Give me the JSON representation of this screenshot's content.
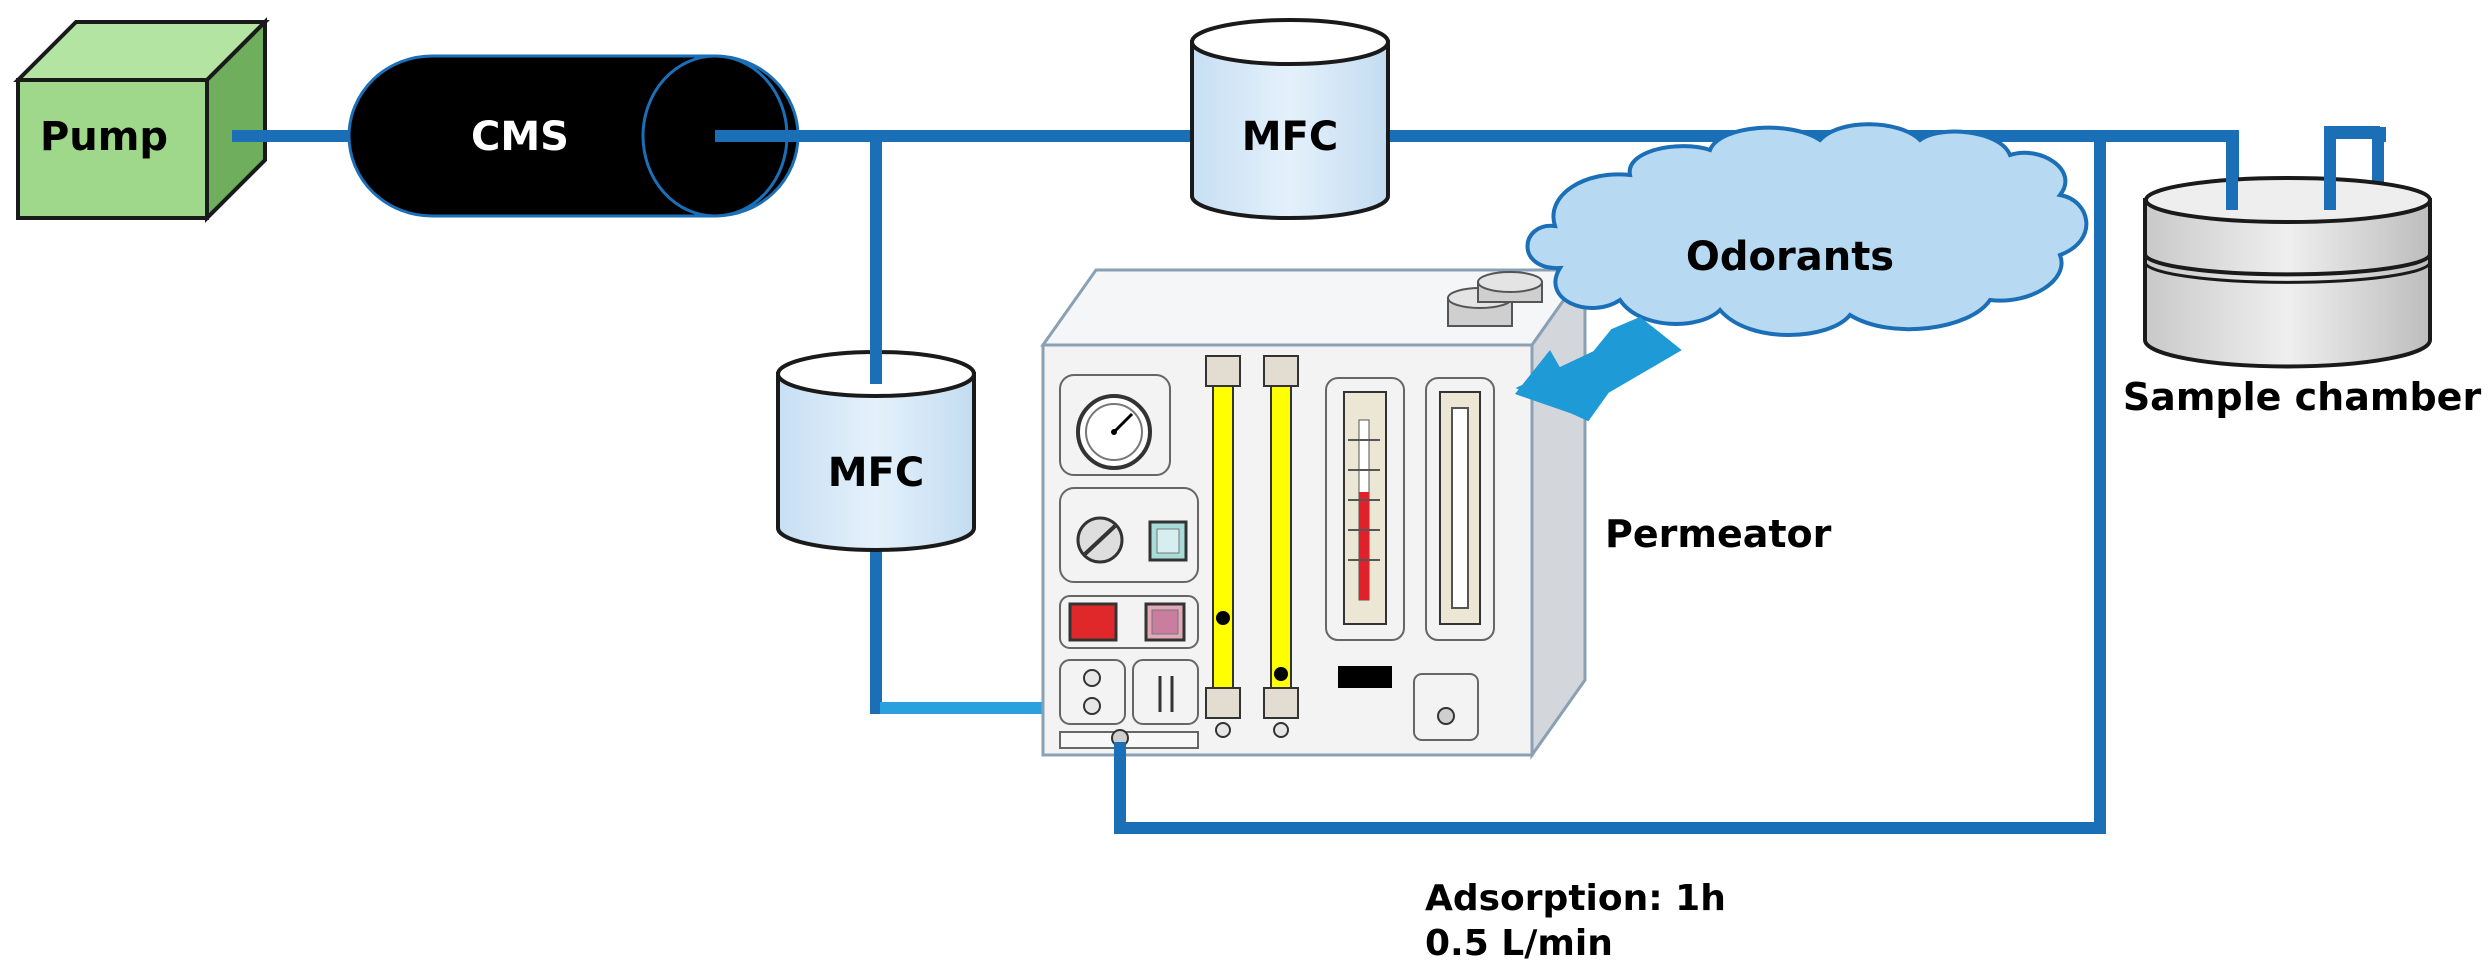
{
  "diagram": {
    "components": {
      "pump": "Pump",
      "cms": "CMS",
      "mfc_top": "MFC",
      "mfc_left": "MFC",
      "odorants": "Odorants",
      "permeator": "Permeator",
      "sample_chamber": "Sample chamber"
    },
    "condition": {
      "line1": "Adsorption: 1h",
      "line2": "0.5 L/min"
    },
    "colors": {
      "pipe": "#1a6fb7",
      "pipe_light": "#2aa0dc",
      "pump": "#9fd88a",
      "cms": "#000000",
      "mfc": "#d6e9f8",
      "cloud": "#b7d9f2",
      "chamber": "#e6e6e6"
    }
  }
}
